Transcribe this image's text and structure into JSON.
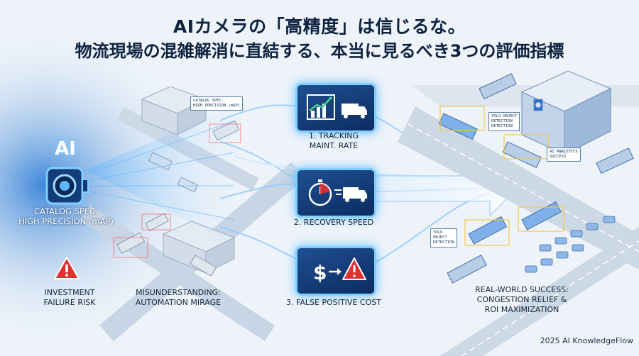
{
  "header": {
    "title_line1": "AIカメラの「高精度」は信じるな。",
    "title_line2": "物流現場の混雑解消に直結する、本当に見るべき3つの評価指標"
  },
  "left": {
    "camera_text": "AI",
    "spec_label": "CATALOG SPEC:\nHIGH PRECISION (mAP)",
    "risk_label": "INVESTMENT\nFAILURE RISK",
    "mirage_label": "MISUNDERSTANDING:\nAUTOMATION MIRAGE",
    "small_tag": "CATALOG SPEC:\nHIGH PRECISION (mAP)"
  },
  "metrics": [
    {
      "label": "1. TRACKING\nMAINT. RATE",
      "icon": "chart-truck-icon"
    },
    {
      "label": "2. RECOVERY SPEED",
      "icon": "stopwatch-truck-icon"
    },
    {
      "label": "3. FALSE POSITIVE COST",
      "icon": "dollar-warning-icon"
    }
  ],
  "right": {
    "success_label": "REAL-WORLD SUCCESS:\nCONGESTION RELIEF &\nROI MAXIMIZATION",
    "tag_yolo_top": "YOLO OBJECT\nDETECTION\nDETECTION",
    "tag_analytics": "AI ANALYTICS\nSUCCESS",
    "tag_yolo_bottom": "YOLO\nOBJECT\nDETECTION"
  },
  "footer": {
    "credit": "2025 AI KnowledgeFlow"
  },
  "colors": {
    "navy": "#0e2240",
    "accent_blue": "#2d8cf0",
    "glow": "#7fd0ff",
    "warning_red": "#e03131"
  }
}
